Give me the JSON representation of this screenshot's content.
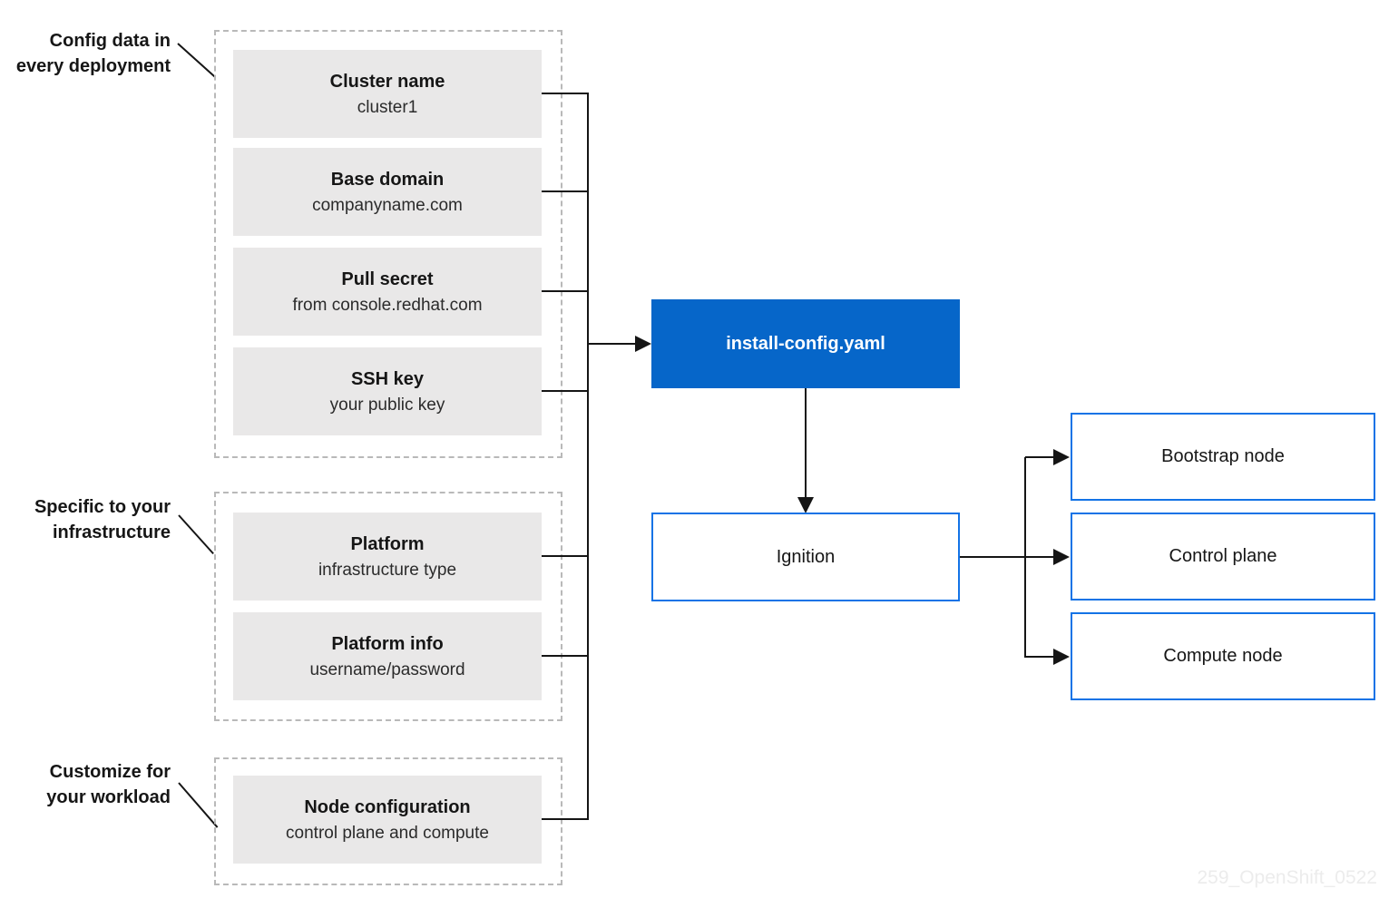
{
  "colors": {
    "blue_fill": "#0666c9",
    "blue_border": "#1373e6",
    "box_gray": "#e9e8e8",
    "dash_gray": "#b9b9b9",
    "line_black": "#151515",
    "title_text": "#161616",
    "subtitle_text": "#2b2b2b",
    "watermark_gray": "#ececec"
  },
  "groups": [
    {
      "label": [
        "Config data in",
        "every deployment"
      ],
      "boxes": [
        {
          "title": "Cluster name",
          "subtitle": "cluster1"
        },
        {
          "title": "Base domain",
          "subtitle": "companyname.com"
        },
        {
          "title": "Pull secret",
          "subtitle": "from console.redhat.com"
        },
        {
          "title": "SSH key",
          "subtitle": "your public key"
        }
      ]
    },
    {
      "label": [
        "Specific to your",
        "infrastructure"
      ],
      "boxes": [
        {
          "title": "Platform",
          "subtitle": "infrastructure type"
        },
        {
          "title": "Platform info",
          "subtitle": "username/password"
        }
      ]
    },
    {
      "label": [
        "Customize for",
        "your workload"
      ],
      "boxes": [
        {
          "title": "Node configuration",
          "subtitle": "control plane and compute"
        }
      ]
    }
  ],
  "flow": {
    "config_file": "install-config.yaml",
    "ignition": "Ignition",
    "nodes": [
      "Bootstrap node",
      "Control plane",
      "Compute node"
    ]
  },
  "watermark": "259_OpenShift_0522"
}
